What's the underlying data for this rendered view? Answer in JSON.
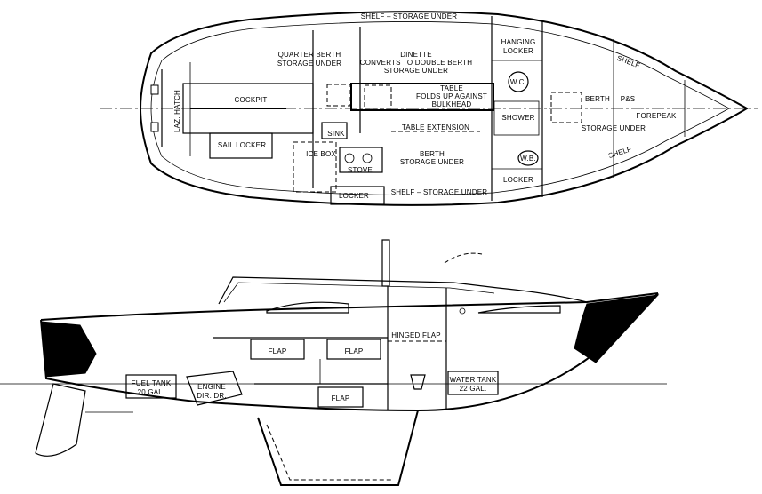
{
  "plan": {
    "labels": {
      "shelf_top": "SHELF – STORAGE UNDER",
      "shelf_bottom": "SHELF – STORAGE UNDER",
      "hanging_locker_1": "HANGING",
      "hanging_locker_2": "LOCKER",
      "shelf_upper": "SHELF",
      "shelf_lower": "SHELF",
      "quarter_berth_1": "QUARTER BERTH",
      "quarter_berth_2": "STORAGE UNDER",
      "dinette_1": "DINETTE",
      "dinette_2": "CONVERTS TO DOUBLE BERTH",
      "dinette_3": "STORAGE UNDER",
      "table_1": "TABLE",
      "table_2": "FOLDS UP AGAINST",
      "table_3": "BULKHEAD",
      "cockpit": "COCKPIT",
      "laz_hatch": "LAZ. HATCH",
      "sail_locker": "SAIL LOCKER",
      "sink": "SINK",
      "ice_box": "ICE BOX",
      "stove": "STOVE",
      "table_extension": "TABLE EXTENSION",
      "berth_main_1": "BERTH",
      "berth_main_2": "STORAGE UNDER",
      "locker_aft": "LOCKER",
      "locker_fwd": "LOCKER",
      "wc": "W.C.",
      "wb": "W.B.",
      "shower": "SHOWER",
      "berth_fwd": "BERTH",
      "ps": "P&S",
      "storage_under": "STORAGE  UNDER",
      "forepeak": "FOREPEAK"
    }
  },
  "profile": {
    "labels": {
      "hinged_flap": "HINGED FLAP",
      "flap_1": "FLAP",
      "flap_2": "FLAP",
      "flap_3": "FLAP",
      "fuel_tank_1": "FUEL TANK",
      "fuel_tank_2": "20 GAL.",
      "engine_1": "ENGINE",
      "engine_2": "DIR. DR.",
      "water_tank_1": "WATER TANK",
      "water_tank_2": "22 GAL."
    }
  }
}
